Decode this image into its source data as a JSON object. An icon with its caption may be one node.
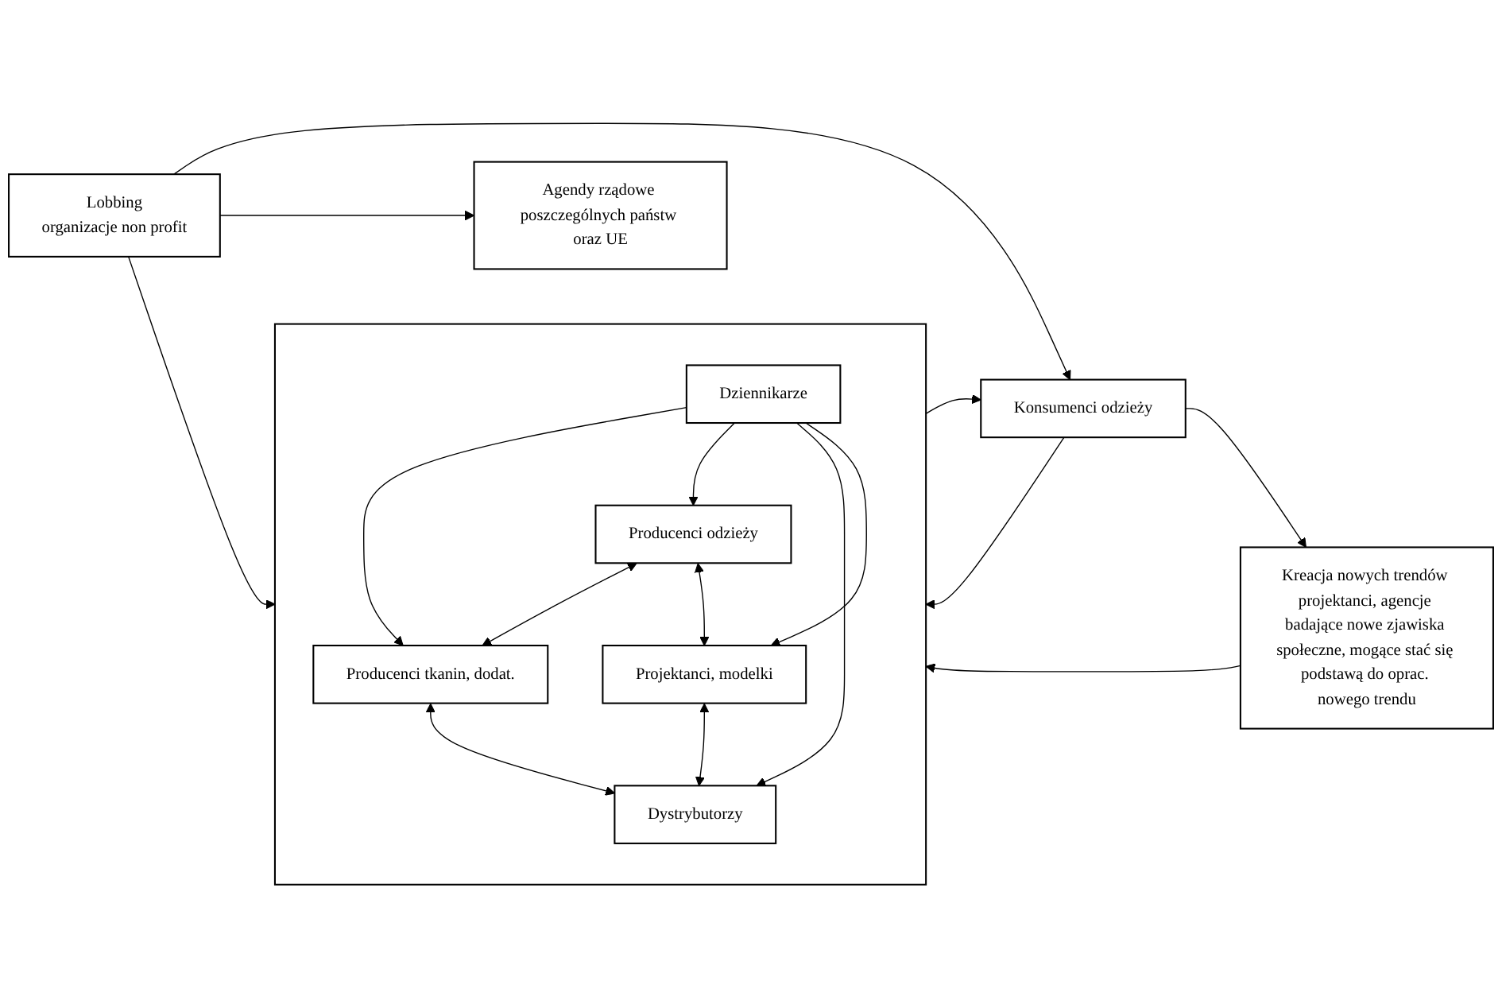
{
  "diagram": {
    "nodes": [
      {
        "text": [
          "Kreacja nowych trendów projektanci, agencje badające nowe zjawiska społeczne, mogące stać się podstawą do oprac. nowego trendu"
        ]
      },
      {
        "text": [],
        "shape": "box"
      },
      {
        "text": [
          "Producenci tkanin, dodat."
        ],
        "in": 1
      },
      {
        "text": [
          "Producenci odzieży"
        ],
        "in": 1
      },
      {
        "text": [
          "Dziennikarze"
        ],
        "in": 1
      },
      {
        "text": [
          "Dystrybutorzy"
        ],
        "in": 1
      },
      {
        "text": [
          "Projektanci, modelki"
        ],
        "in": 1
      },
      {
        "text": [
          "Konsumenci odzieży"
        ]
      },
      {
        "text": [
          "Agendy rządowe poszczególnych państw oraz UE"
        ]
      },
      {
        "text": [
          "Lobbing",
          "organizacje non profit"
        ]
      }
    ],
    "edges": [
      {
        "from": 7,
        "to": 0,
        "arrow": "to"
      },
      {
        "from": 7,
        "to": 1,
        "arrow": "to"
      },
      {
        "from": 0,
        "to": 1,
        "arrow": "to"
      },
      {
        "from": 1,
        "to": 7,
        "arrow": "to"
      },
      {
        "from": 3,
        "to": 2,
        "arrow": "both"
      },
      {
        "from": 2,
        "to": 5,
        "arrow": "both"
      },
      {
        "from": 4,
        "to": 2,
        "arrow": "to"
      },
      {
        "from": 4,
        "to": 3,
        "arrow": "to"
      },
      {
        "from": 4,
        "to": 5,
        "arrow": "to"
      },
      {
        "from": 4,
        "to": 6,
        "arrow": "to"
      },
      {
        "from": 3,
        "to": 6,
        "arrow": "both"
      },
      {
        "from": 6,
        "to": 5,
        "arrow": "both"
      },
      {
        "from": 9,
        "to": 1,
        "arrow": "to"
      },
      {
        "from": 9,
        "to": 7,
        "arrow": "to"
      },
      {
        "from": 9,
        "to": 8,
        "arrow": "to"
      }
    ]
  }
}
